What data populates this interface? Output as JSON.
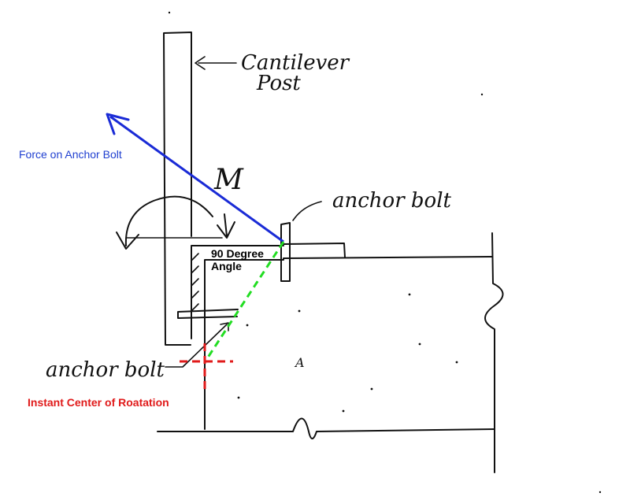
{
  "labels": {
    "cantilever_line1": "Cantilever",
    "cantilever_line2": "Post",
    "moment": "M",
    "anchor_bolt_top": "anchor bolt",
    "anchor_bolt_bottom": "anchor bolt",
    "force": "Force on Anchor Bolt",
    "angle_line1": "90 Degree",
    "angle_line2": "Angle",
    "instant_center": "Instant Center of Roatation",
    "concrete_mark": "A"
  },
  "colors": {
    "ink": "#111111",
    "force": "#1a2bd6",
    "force_label": "#1f3fd0",
    "lever_arm": "#22dd22",
    "instant_center": "#e01a1a"
  }
}
